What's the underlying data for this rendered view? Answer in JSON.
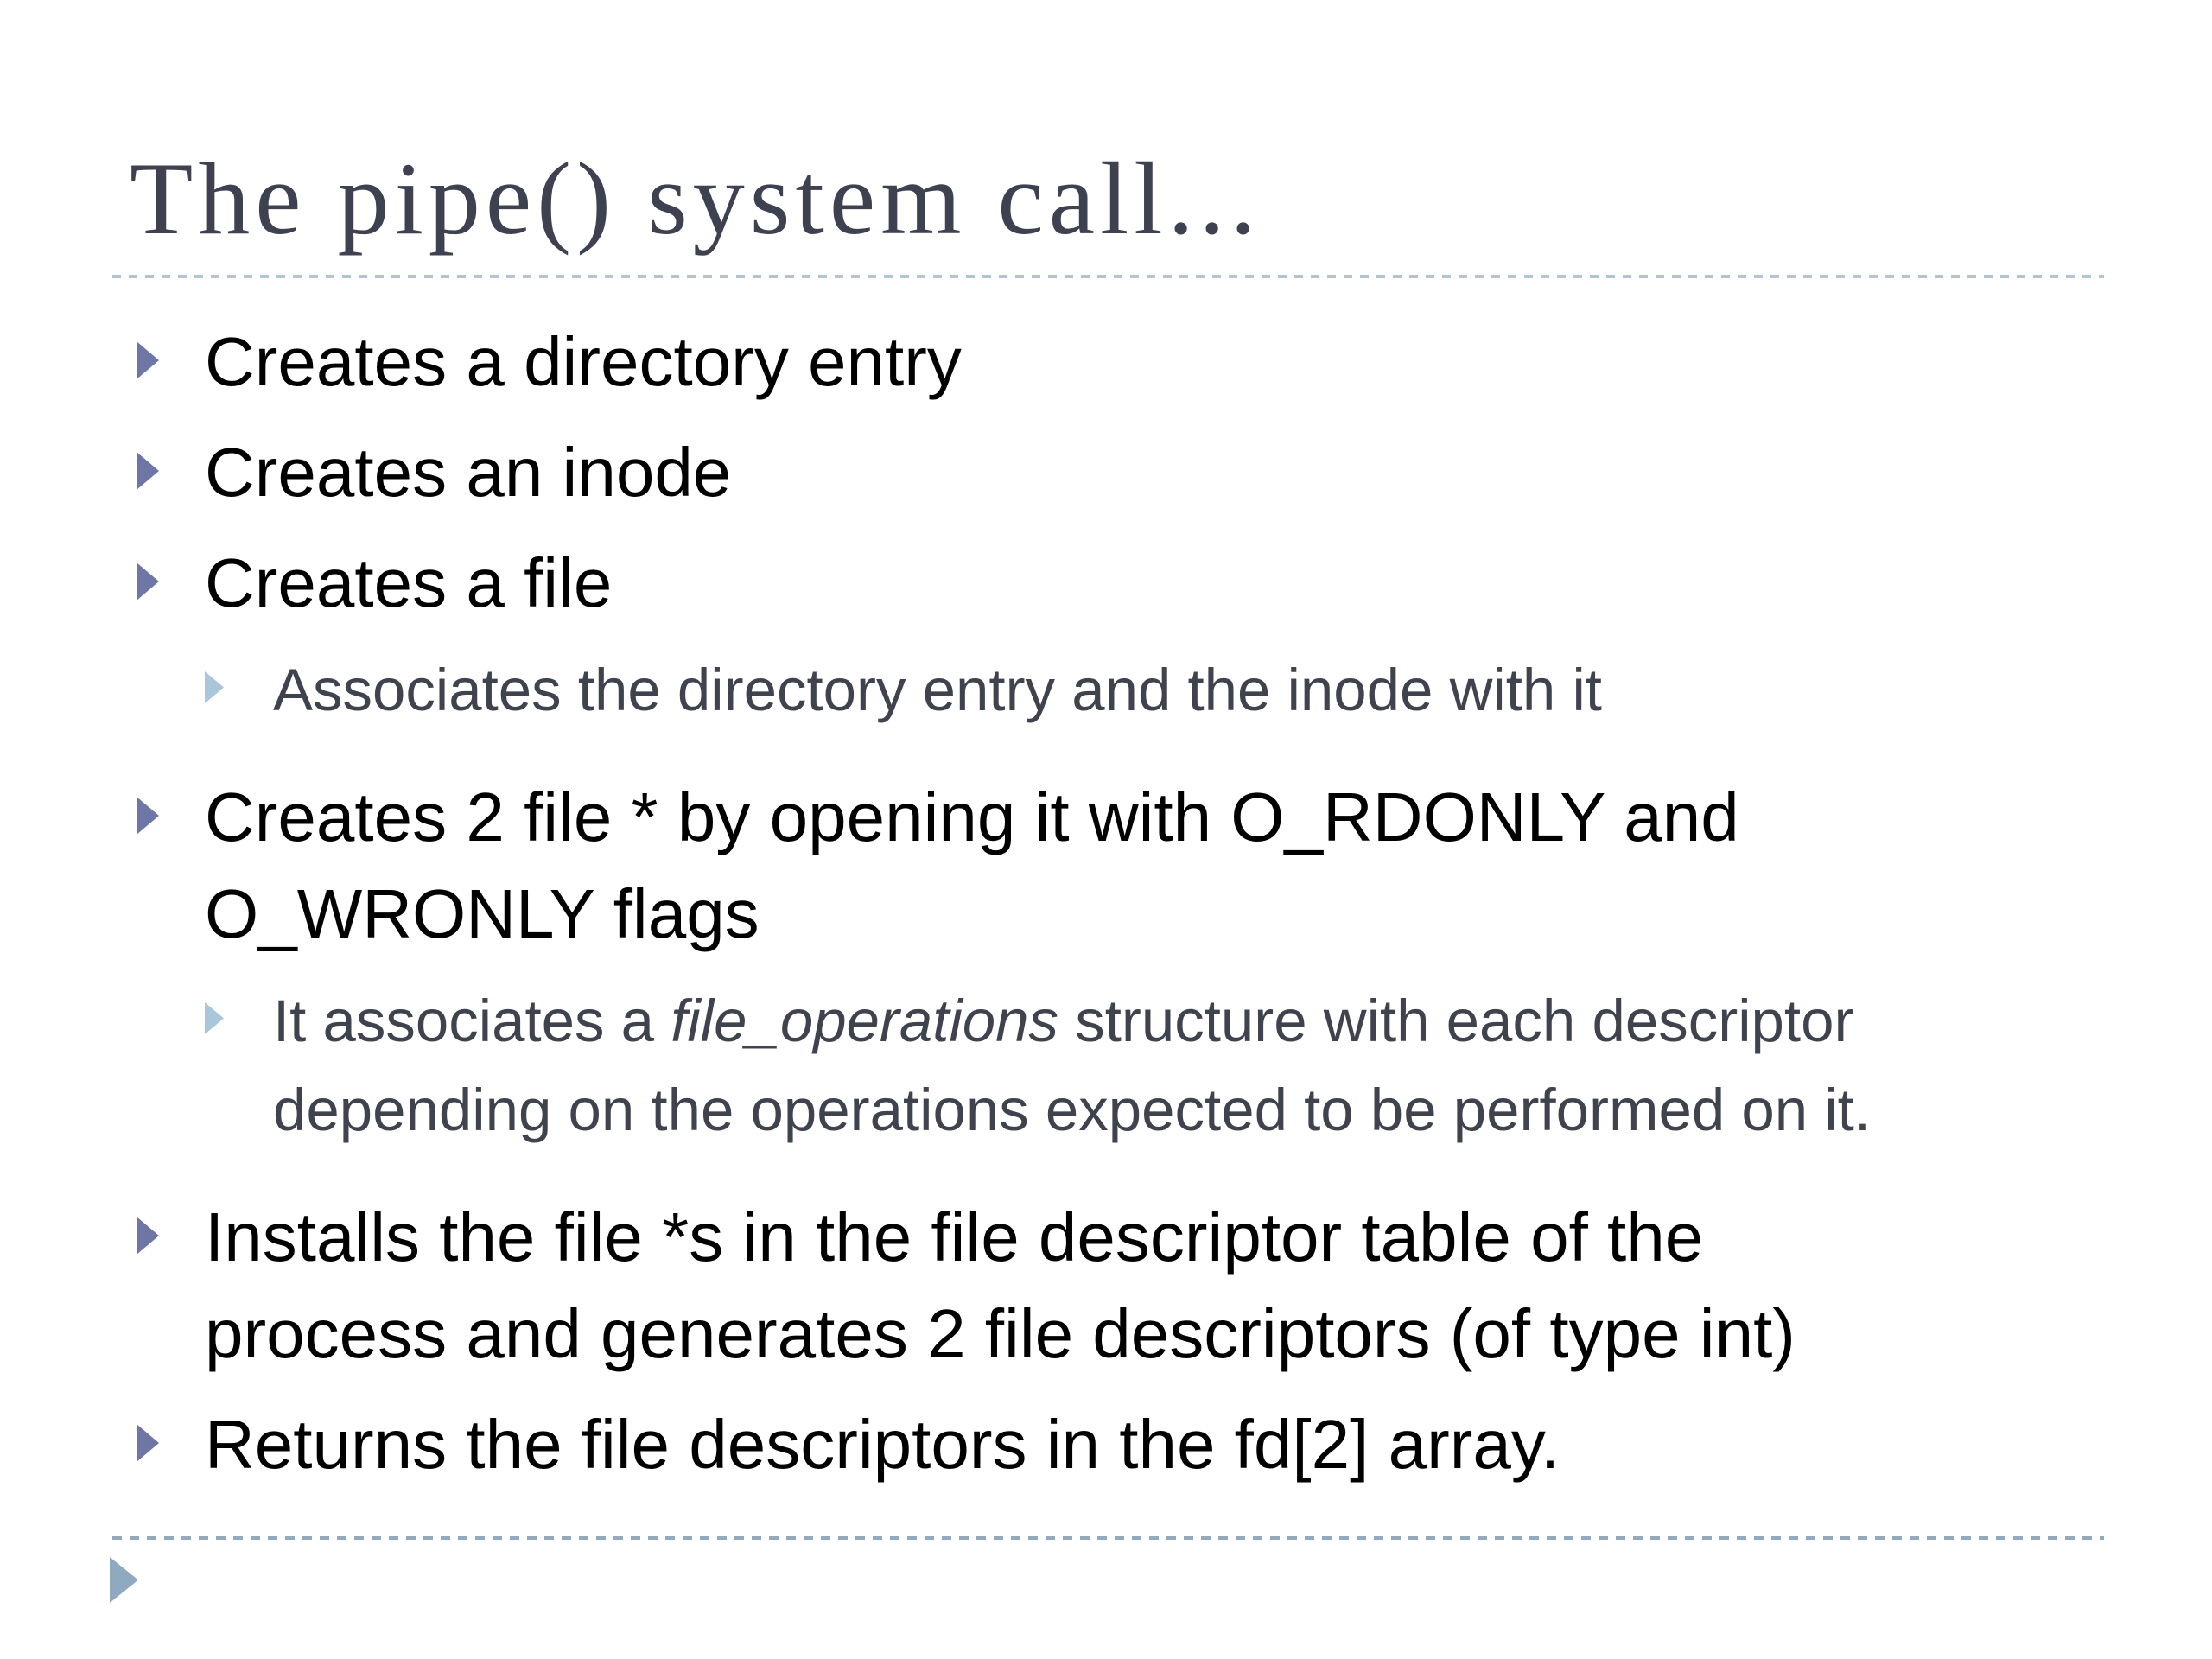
{
  "slide": {
    "title": "The pipe() system call...",
    "bullets": [
      {
        "level": 1,
        "lines": [
          "Creates a directory entry"
        ]
      },
      {
        "level": 1,
        "lines": [
          "Creates an inode"
        ]
      },
      {
        "level": 1,
        "lines": [
          "Creates a file"
        ]
      },
      {
        "level": 2,
        "lines": [
          "Associates the directory entry and the inode with it"
        ]
      },
      {
        "level": 1,
        "lines": [
          "Creates 2 file * by opening it with O_RDONLY and",
          "O_WRONLY flags"
        ]
      },
      {
        "level": 2,
        "line1_pre": "It associates a ",
        "line1_italic": "file_operations",
        "line1_post": " structure with each descriptor",
        "line2": "depending on the operations expected to be performed on it."
      },
      {
        "level": 1,
        "lines": [
          "Installs the file *s in the file descriptor table of the",
          "process and generates 2 file descriptors (of type int)"
        ]
      },
      {
        "level": 1,
        "lines": [
          "Returns the file descriptors in the fd[2] array."
        ]
      }
    ],
    "colors": {
      "title": "#3e4150",
      "body_text": "#000000",
      "sub_text": "#3f434e",
      "bullet_l1": "#6d76a5",
      "bullet_l2": "#a9c6da",
      "footer_arrow": "#8fa9c0",
      "rule_top": "#b3c4d6",
      "rule_bottom": "#93a9bd"
    }
  }
}
